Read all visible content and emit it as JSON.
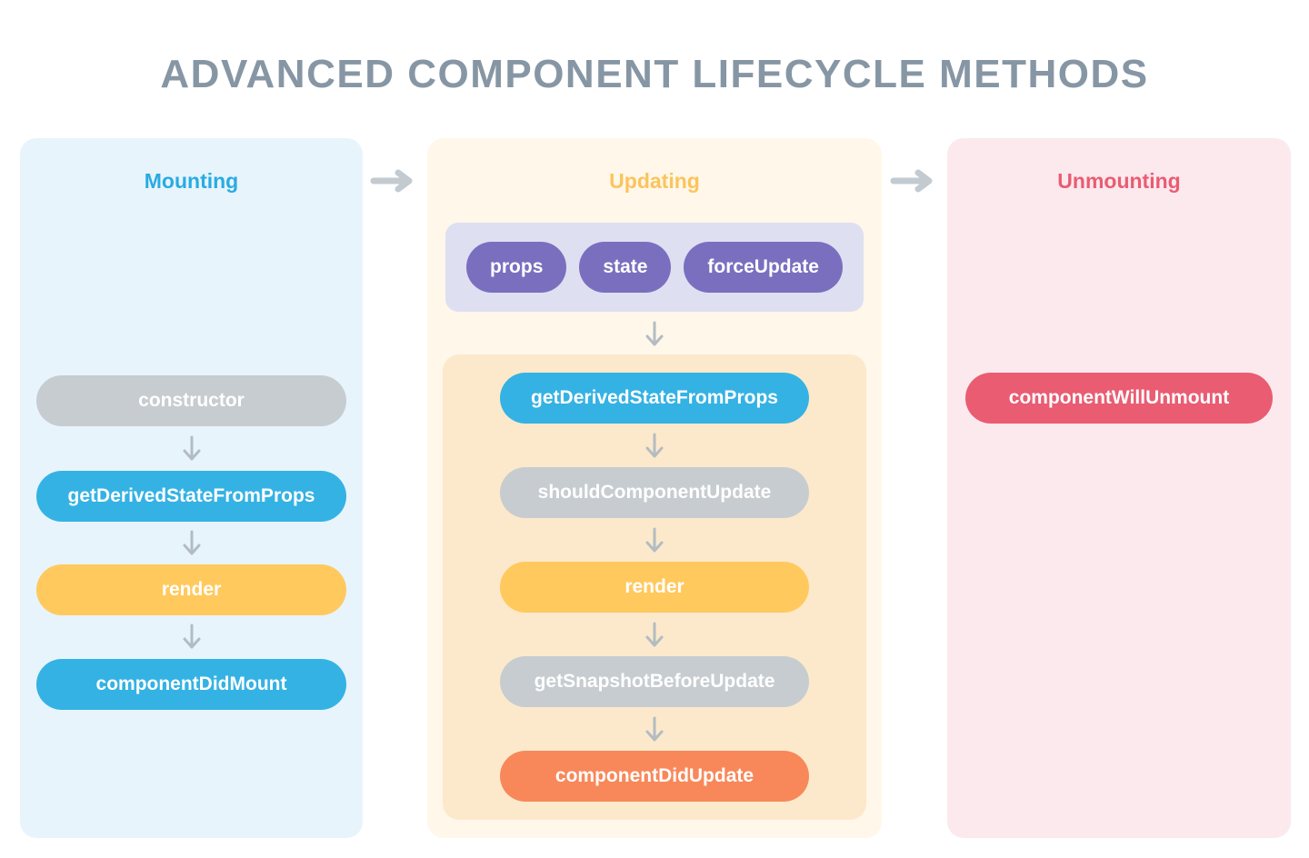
{
  "title": "ADVANCED COMPONENT LIFECYCLE METHODS",
  "colors": {
    "page_bg": "#FFFFFF",
    "title_text": "#8696A4",
    "mounting_bg": "#E7F4FC",
    "mounting_title": "#29ABE2",
    "updating_bg": "#FFF7EA",
    "updating_title": "#FBC45B",
    "updating_inner_bg": "#FCE9CB",
    "triggers_bg": "#DEDFF1",
    "unmounting_bg": "#FCE9ED",
    "unmounting_title": "#E95C72",
    "pill_gray": "#C7CCD0",
    "pill_blue": "#35B2E4",
    "pill_yellow": "#FFC95E",
    "pill_orange": "#F8885A",
    "pill_red": "#E95C72",
    "pill_purple": "#7A6FBF",
    "flow_arrow": "#C3CBD1",
    "down_arrow": "#B3BCC2"
  },
  "columns": {
    "mounting": {
      "title": "Mounting",
      "steps": [
        {
          "label": "constructor",
          "type": "gray"
        },
        {
          "label": "getDerivedStateFromProps",
          "type": "blue"
        },
        {
          "label": "render",
          "type": "yellow"
        },
        {
          "label": "componentDidMount",
          "type": "blue"
        }
      ]
    },
    "updating": {
      "title": "Updating",
      "triggers": [
        {
          "label": "props",
          "type": "purple"
        },
        {
          "label": "state",
          "type": "purple"
        },
        {
          "label": "forceUpdate",
          "type": "purple"
        }
      ],
      "steps": [
        {
          "label": "getDerivedStateFromProps",
          "type": "blue"
        },
        {
          "label": "shouldComponentUpdate",
          "type": "gray"
        },
        {
          "label": "render",
          "type": "yellow"
        },
        {
          "label": "getSnapshotBeforeUpdate",
          "type": "gray"
        },
        {
          "label": "componentDidUpdate",
          "type": "orange"
        }
      ]
    },
    "unmounting": {
      "title": "Unmounting",
      "steps": [
        {
          "label": "componentWillUnmount",
          "type": "red"
        }
      ]
    }
  }
}
